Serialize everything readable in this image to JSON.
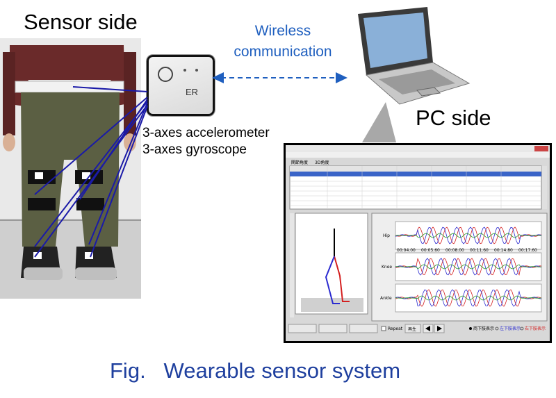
{
  "labels": {
    "sensor_side": "Sensor side",
    "pc_side": "PC side",
    "wireless_line1": "Wireless",
    "wireless_line2": "communication",
    "sensor_line1": "3-axes accelerometer",
    "sensor_line2": "3-axes gyroscope",
    "caption": "Fig.   Wearable sensor system"
  },
  "colors": {
    "wireless_text": "#1f5fbf",
    "caption": "#1e3f9e",
    "connector_lines": "#1a1aa8",
    "series_red": "#d42020",
    "series_blue": "#2a2ad0",
    "series_green": "#2a9a2a"
  },
  "sensor_device": {
    "logo": "ER"
  },
  "screen": {
    "tab1": "関節角度",
    "tab2": "3D角度",
    "graph_labels": [
      "Hip",
      "Knee",
      "Ankle"
    ],
    "time_ticks": [
      "00:04.00",
      "00:05.60",
      "00:08.00",
      "00:11.60",
      "00:14.80",
      "00:17.60"
    ],
    "repeat_label": "Repeat",
    "play_label": "再生",
    "radio_options": [
      "両下肢表示",
      "左下肢表示",
      "右下肢表示"
    ]
  }
}
